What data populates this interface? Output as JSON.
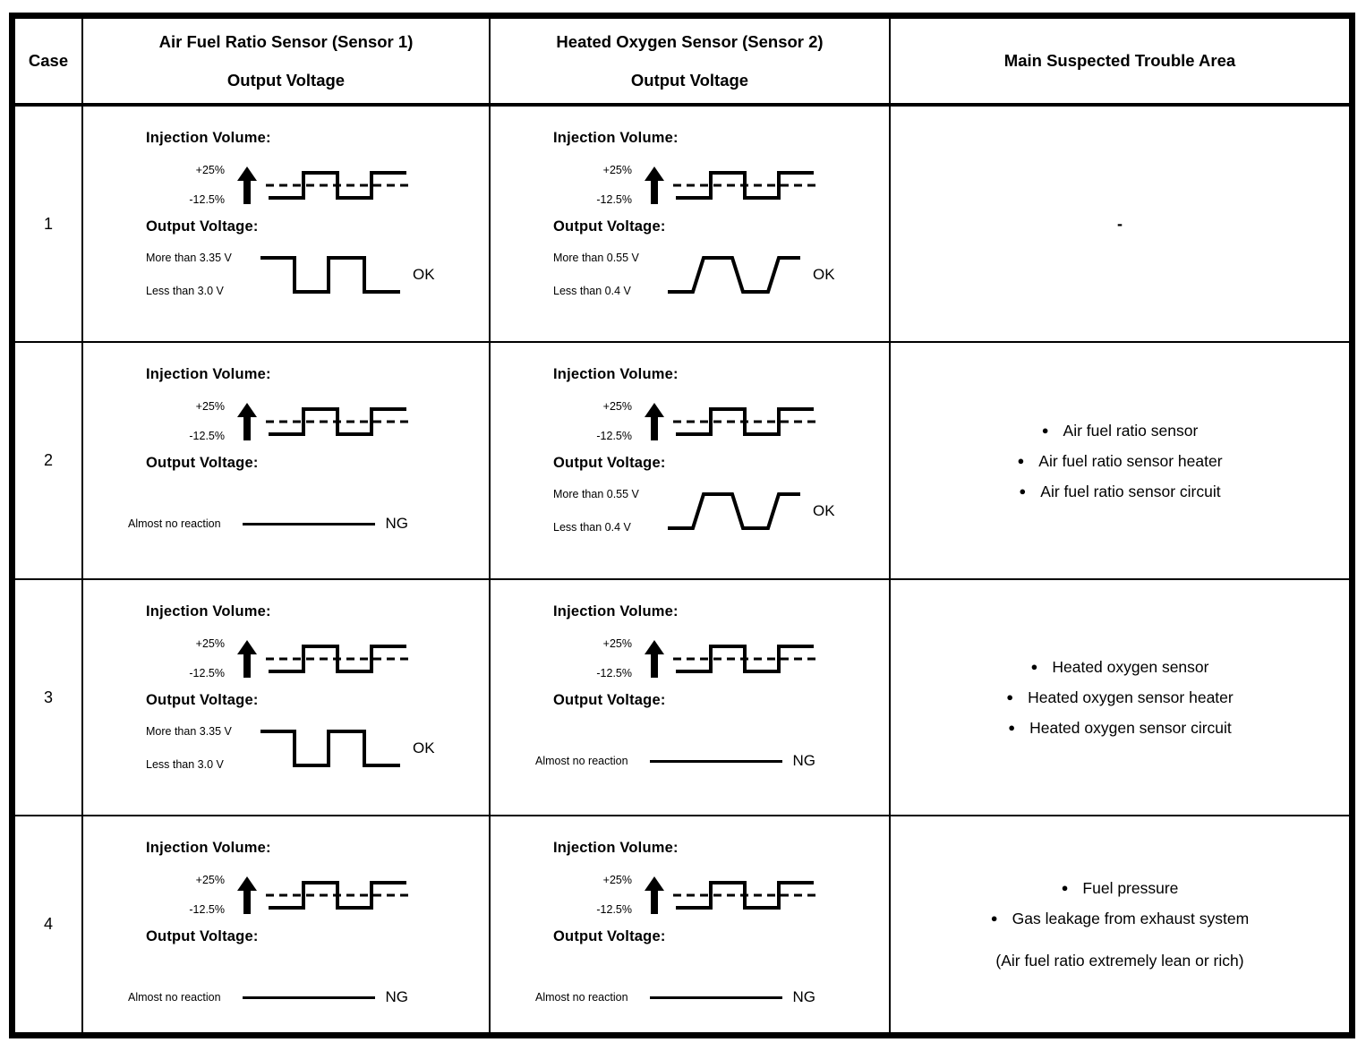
{
  "labels": {
    "injection_volume": "Injection Volume:",
    "output_voltage": "Output Voltage:",
    "plus_pct": "+25%",
    "minus_pct": "-12.5%"
  },
  "header": {
    "case": "Case",
    "sensor1_line1": "Air Fuel Ratio Sensor (Sensor 1)",
    "sensor1_line2": "Output Voltage",
    "sensor2_line1": "Heated Oxygen Sensor (Sensor 2)",
    "sensor2_line2": "Output Voltage",
    "trouble": "Main Suspected Trouble Area"
  },
  "rows": [
    {
      "case": "1",
      "sensor1": {
        "more": "More than 3.35 V",
        "less": "Less than 3.0 V",
        "result": "OK"
      },
      "sensor2": {
        "more": "More than 0.55 V",
        "less": "Less than 0.4 V",
        "result": "OK"
      },
      "trouble": {
        "dash": "-"
      }
    },
    {
      "case": "2",
      "sensor1": {
        "no_reaction": "Almost no reaction",
        "result": "NG"
      },
      "sensor2": {
        "more": "More than 0.55 V",
        "less": "Less than 0.4 V",
        "result": "OK"
      },
      "trouble": {
        "items": [
          "Air fuel ratio sensor",
          "Air fuel ratio sensor heater",
          "Air fuel ratio sensor circuit"
        ]
      }
    },
    {
      "case": "3",
      "sensor1": {
        "more": "More than 3.35 V",
        "less": "Less than 3.0 V",
        "result": "OK"
      },
      "sensor2": {
        "no_reaction": "Almost no reaction",
        "result": "NG"
      },
      "trouble": {
        "items": [
          "Heated oxygen sensor",
          "Heated oxygen sensor heater",
          "Heated oxygen sensor circuit"
        ]
      }
    },
    {
      "case": "4",
      "sensor1": {
        "no_reaction": "Almost no reaction",
        "result": "NG"
      },
      "sensor2": {
        "no_reaction": "Almost no reaction",
        "result": "NG"
      },
      "trouble": {
        "items": [
          "Fuel pressure",
          "Gas leakage from exhaust system"
        ],
        "note": "(Air fuel ratio extremely lean or rich)"
      }
    }
  ]
}
